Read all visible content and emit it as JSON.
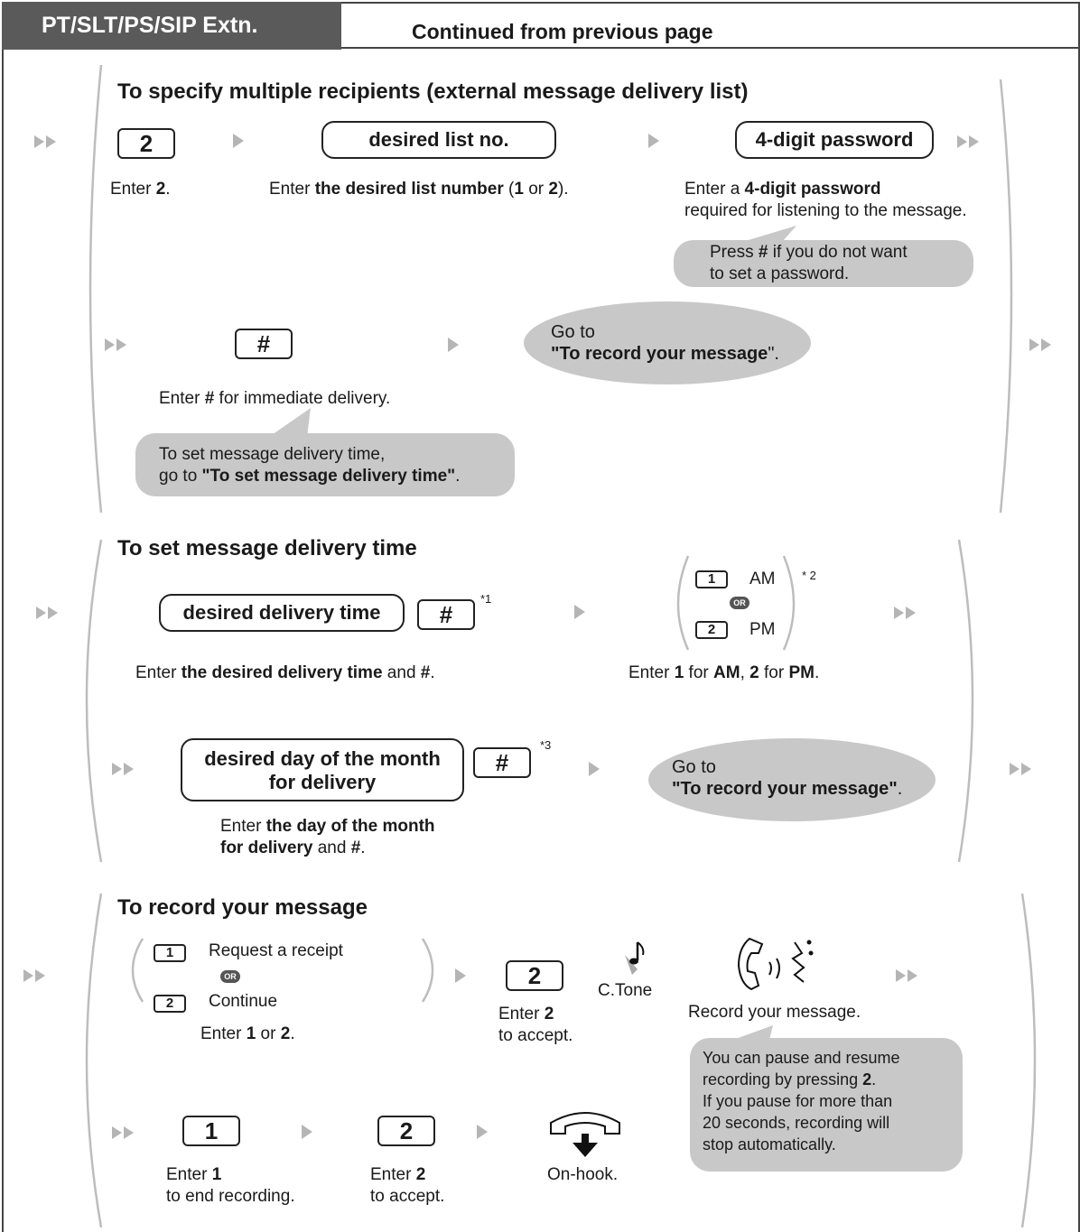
{
  "header": {
    "tab_label": "PT/SLT/PS/SIP Extn.",
    "continued_label": "Continued from previous page"
  },
  "section1": {
    "title": "To specify multiple recipients (external message delivery list)",
    "key_2": "2",
    "desired_list": "desired list no.",
    "password_box": "4-digit password",
    "enter_2": {
      "a": "Enter ",
      "b": "2",
      "c": "."
    },
    "enter_list": {
      "a": "Enter ",
      "b": "the desired list number",
      "c": " (",
      "d": "1",
      "e": " or ",
      "f": "2",
      "g": ")."
    },
    "enter_password": {
      "a": "Enter a ",
      "b": "4-digit password",
      "c": "required for listening to the message."
    },
    "hint_password": {
      "a": "Press ",
      "b": "#",
      "c": " if you do not want",
      "d": "to set a password."
    },
    "key_hash": "#",
    "goto": {
      "a": "Go to",
      "b": "\"",
      "c": "To record your message",
      "d": "\"."
    },
    "enter_hash": {
      "a": "Enter ",
      "b": "#",
      "c": " for immediate delivery."
    },
    "hint_time": {
      "a": "To set message delivery time,",
      "b": "go to ",
      "c": "\"To set message delivery time\"",
      "d": "."
    }
  },
  "section2": {
    "title": "To set message delivery time",
    "time_box": "desired delivery time",
    "key_hash": "#",
    "note1": "*1",
    "am_key": "1",
    "am_label": "AM",
    "or_label": "OR",
    "pm_key": "2",
    "pm_label": "PM",
    "note2": "* 2",
    "enter_time": {
      "a": "Enter ",
      "b": "the desired delivery time",
      "c": " and ",
      "d": "#",
      "e": "."
    },
    "enter_ampm": {
      "a": "Enter ",
      "b": "1",
      "c": " for ",
      "d": "AM",
      "e": ", ",
      "f": "2",
      "g": " for ",
      "h": "PM",
      "i": "."
    },
    "day_box": {
      "l1": "desired day of the month",
      "l2": "for delivery"
    },
    "note3": "*3",
    "goto": {
      "a": "Go to",
      "b": "\"To record your message\"",
      "c": "."
    },
    "enter_day": {
      "a": "Enter ",
      "b": "the day of the month",
      "c": "for delivery",
      "d": " and ",
      "e": "#",
      "f": "."
    }
  },
  "section3": {
    "title": "To record your message",
    "opt1_key": "1",
    "opt1_label": "Request a receipt",
    "or_label": "OR",
    "opt2_key": "2",
    "opt2_label": "Continue",
    "enter_choice": {
      "a": "Enter ",
      "b": "1",
      "c": " or ",
      "d": "2",
      "e": "."
    },
    "key_2": "2",
    "enter_accept": {
      "a": "Enter ",
      "b": "2",
      "c": "to accept."
    },
    "ctone": "C.Tone",
    "record": "Record your message.",
    "hint_pause": {
      "a": "You can pause and resume",
      "b": "recording by pressing ",
      "c": "2",
      "d": ".",
      "e": "If you pause for more than",
      "f": "20 seconds, recording will",
      "g": "stop automatically."
    },
    "key_1b": "1",
    "key_2b": "2",
    "end_rec": {
      "a": "Enter ",
      "b": "1",
      "c": "to end recording."
    },
    "accept2": {
      "a": "Enter ",
      "b": "2",
      "c": "to accept."
    },
    "onhook": "On-hook."
  },
  "icons": [
    "double-arrow-icon",
    "arrow-icon",
    "note-icon",
    "speaking-handset-icon",
    "onhook-handset-icon"
  ]
}
